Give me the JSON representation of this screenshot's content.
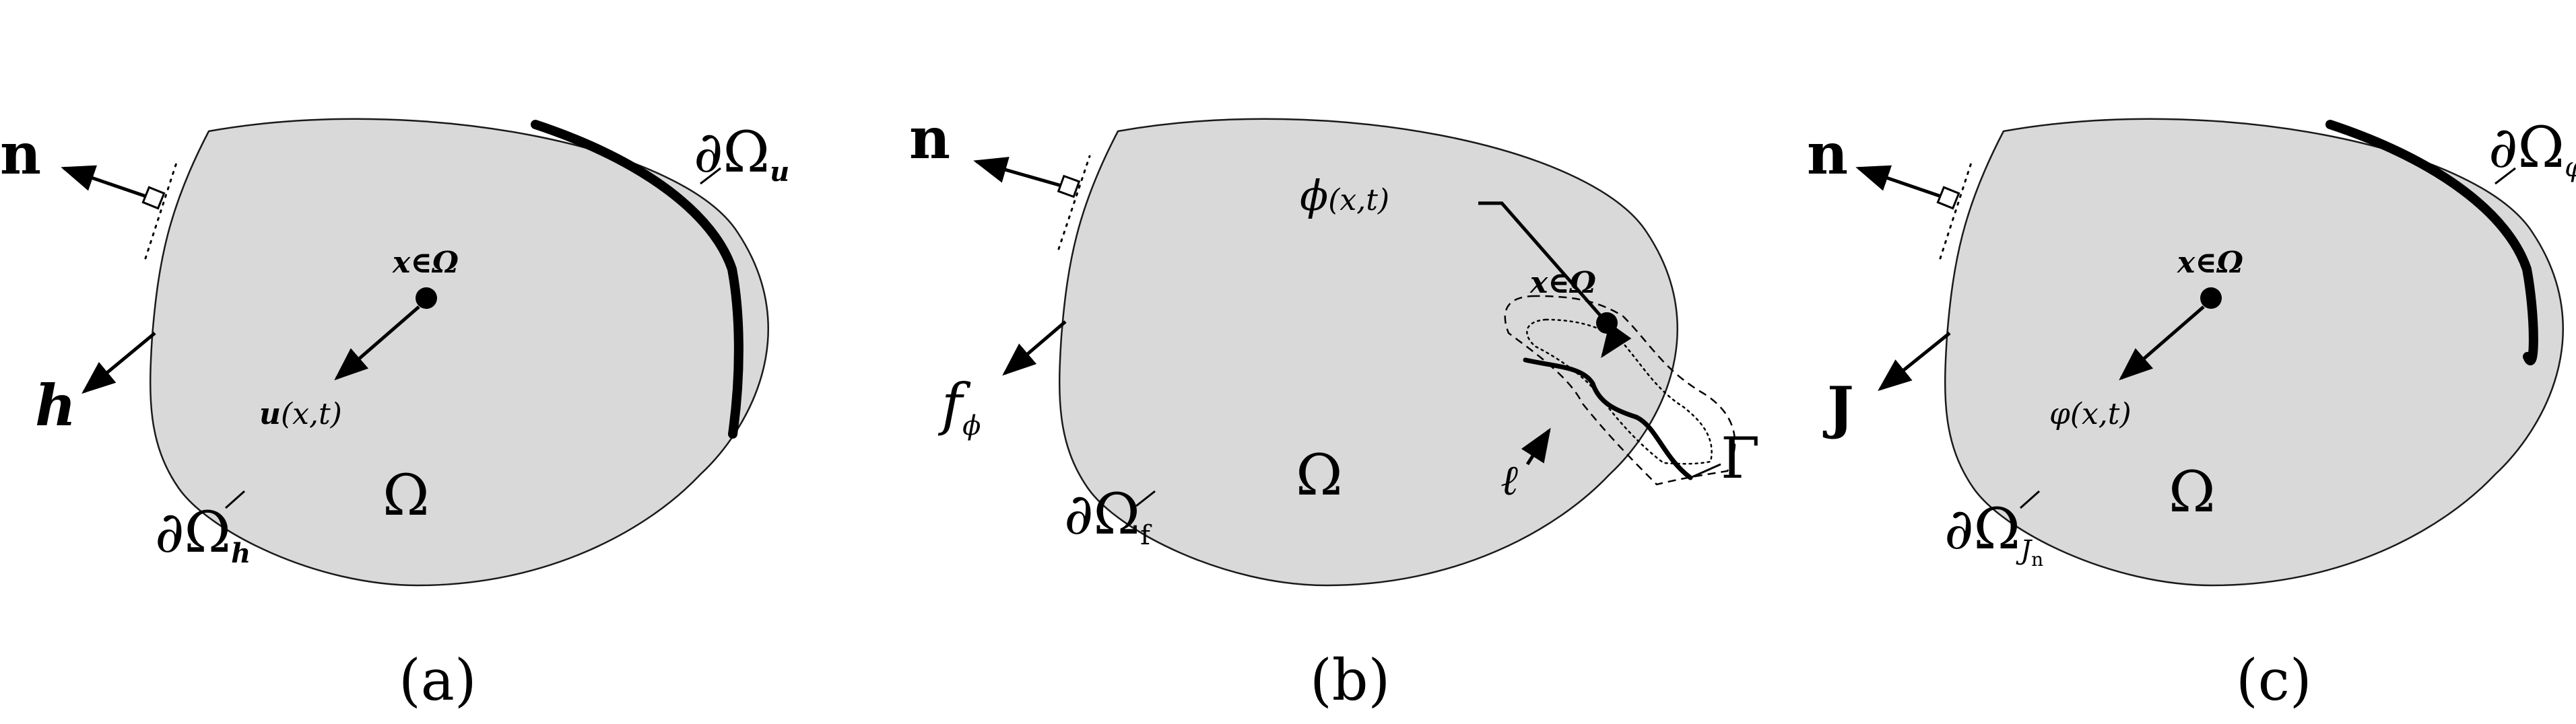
{
  "panels": [
    {
      "caption": "(a)",
      "omega": "Ω",
      "normal": "n",
      "partial_char": "∂Ω",
      "dirichlet_sub": "u",
      "neumann_sub": "h",
      "point_label": "x∈Ω",
      "side_arrow": "h",
      "field_main": "u",
      "field_args": "(x,t)"
    },
    {
      "caption": "(b)",
      "omega": "Ω",
      "normal": "n",
      "partial_char": "∂Ω",
      "neumann_sub": "f",
      "point_label": "x∈Ω",
      "side_arrow": "f",
      "side_arrow_sub": "ϕ",
      "field_main": "ϕ",
      "field_args": "(x,t)",
      "length_scale": "ℓ",
      "crack_label": "Γ"
    },
    {
      "caption": "(c)",
      "omega": "Ω",
      "normal": "n",
      "partial_char": "∂Ω",
      "dirichlet_sub": "φ",
      "neumann_sub": "J",
      "neumann_subsub": "n",
      "point_label": "x∈Ω",
      "side_arrow": "J",
      "field_main": "φ",
      "field_args": "(x,t)"
    }
  ],
  "colors": {
    "domain_fill": "#d9d9d9",
    "ink": "#000000",
    "background": "#ffffff"
  }
}
